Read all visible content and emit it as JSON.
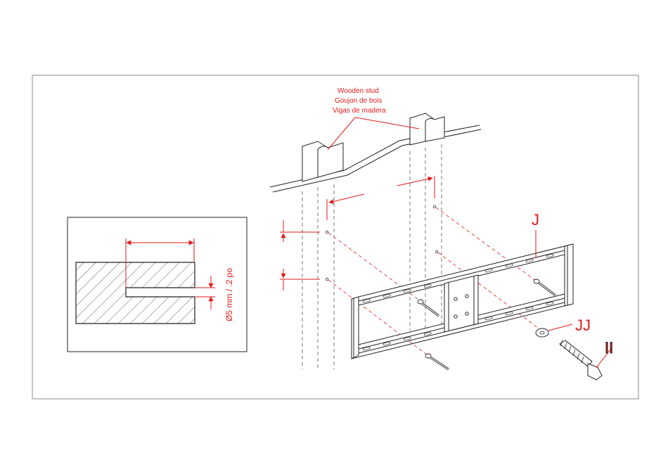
{
  "labels": {
    "stud_en": "Wooden stud",
    "stud_fr": "Goujon de bois",
    "stud_es": "Vigas de madera",
    "part_j": "J",
    "part_jj": "JJ",
    "part_ii": "II",
    "drill_dimension": "Ø5 mm / .2 po"
  },
  "colors": {
    "line": "#222222",
    "accent": "#e21a1a",
    "frame": "#888888"
  }
}
